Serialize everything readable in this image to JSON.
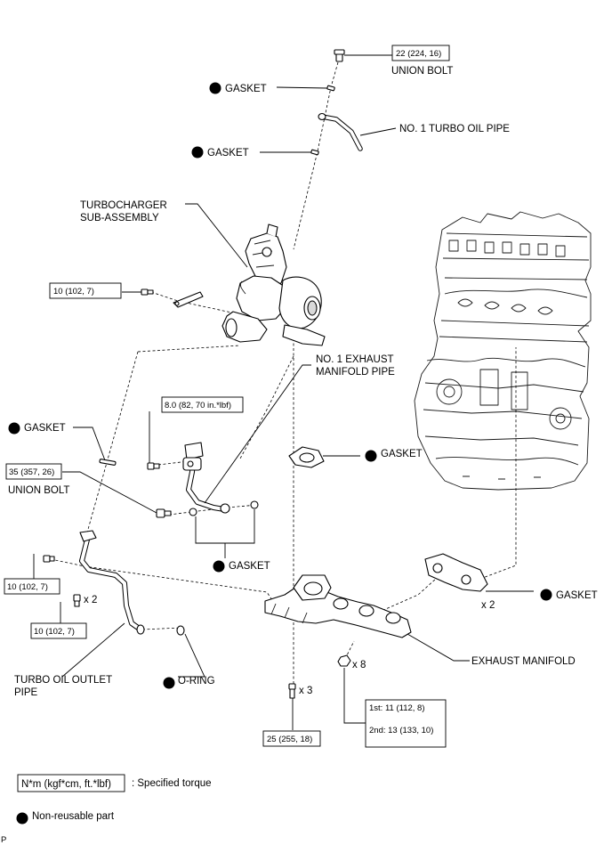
{
  "labels": {
    "union_bolt_top": "UNION BOLT",
    "gasket_top1": "GASKET",
    "turbo_oil_pipe": "NO. 1 TURBO OIL PIPE",
    "gasket_top2": "GASKET",
    "turbo_line1": "TURBOCHARGER",
    "turbo_line2": "SUB-ASSEMBLY",
    "exh_pipe_line1": "NO. 1 EXHAUST",
    "exh_pipe_line2": "MANIFOLD PIPE",
    "gasket_left": "GASKET",
    "gasket_mid_right": "GASKET",
    "union_bolt_left": "UNION BOLT",
    "gasket_center": "GASKET",
    "gasket_far_right": "GASKET",
    "exhaust_manifold": "EXHAUST MANIFOLD",
    "oil_outlet_line1": "TURBO OIL OUTLET",
    "oil_outlet_line2": "PIPE",
    "o_ring": "O-RING"
  },
  "torques": {
    "union_bolt_top": "22 (224, 16)",
    "turbo_bracket_bolt": "10 (102, 7)",
    "exh_pipe_bolt": "8.0 (82, 70 in.*lbf)",
    "union_bolt_left": "35 (357, 26)",
    "outlet_bolt_upper": "10 (102, 7)",
    "outlet_bolt_lower": "10 (102, 7)",
    "stud_bolt": "25 (255, 18)",
    "manifold_nut_1st": "1st: 11 (112, 8)",
    "manifold_nut_2nd": "2nd: 13 (133, 10)"
  },
  "quantities": {
    "outlet_bolts": "x 2",
    "gasket_far_right": "x 2",
    "manifold_nuts": "x 8",
    "stud_bolts": "x 3"
  },
  "legend": {
    "torque_unit": "N*m (kgf*cm, ft.*lbf)",
    "torque_desc": ": Specified torque",
    "nonreusable": "Non-reusable part"
  },
  "footer": {
    "code": "P"
  }
}
